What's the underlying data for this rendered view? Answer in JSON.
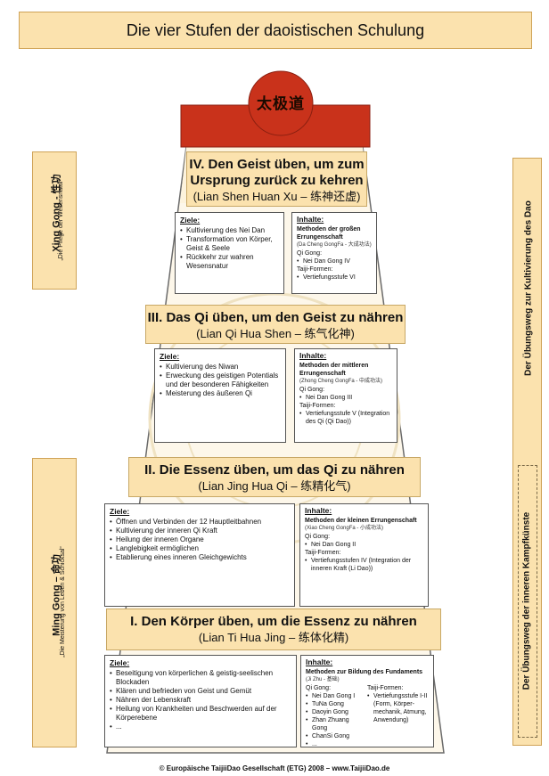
{
  "title": "Die vier Stufen der daoistischen Schulung",
  "emblem": "太极道",
  "stages": {
    "s4": {
      "title_line1": "IV. Den Geist üben, um zum",
      "title_line2": "Ursprung zurück zu kehren",
      "title_line3": "(Lian Shen Huan Xu – 练神还虚)",
      "goals_heading": "Ziele:",
      "goals": [
        "Kultivierung des Nei Dan",
        "Transformation von Körper, Geist & Seele",
        "Rückkehr zur wahren Wesensnatur"
      ],
      "content_heading": "Inhalte:",
      "content_method": "Methoden der großen Errungenschaft",
      "content_method_cn": "(Da Cheng GongFa - 大成功法)",
      "qigong_label": "Qi Gong:",
      "qigong": [
        "Nei Dan Gong IV"
      ],
      "taiji_label": "Taiji-Formen:",
      "taiji": [
        "Vertiefungsstufe VI"
      ]
    },
    "s3": {
      "title_line1": "III. Das Qi üben, um den Geist zu nähren",
      "title_line2": "(Lian Qi Hua Shen – 练气化神)",
      "goals_heading": "Ziele:",
      "goals": [
        "Kultivierung des Niwan",
        "Erweckung des geistigen Potentials und der besonderen Fähigkeiten",
        "Meisterung des äußeren Qi"
      ],
      "content_heading": "Inhalte:",
      "content_method": "Methoden der mittleren Errungenschaft",
      "content_method_cn": "(Zhong Cheng GongFa - 中成功法)",
      "qigong_label": "Qi Gong:",
      "qigong": [
        "Nei Dan Gong III"
      ],
      "taiji_label": "Taiji-Formen:",
      "taiji": [
        "Vertiefungsstufe V (Integration des Qi (Qi Dao))"
      ]
    },
    "s2": {
      "title_line1": "II. Die Essenz üben, um das Qi zu nähren",
      "title_line2": "(Lian Jing Hua Qi – 练精化气)",
      "goals_heading": "Ziele:",
      "goals": [
        "Öffnen und Verbinden der 12 Hauptleitbahnen",
        "Kultivierung der inneren Qi Kraft",
        "Heilung der inneren Organe",
        "Langlebigkeit ermöglichen",
        "Etablierung eines inneren Gleichgewichts"
      ],
      "content_heading": "Inhalte:",
      "content_method": "Methoden der kleinen Errungenschaft",
      "content_method_cn": "(Xiao Cheng GongFa - 小成功法)",
      "qigong_label": "Qi Gong:",
      "qigong": [
        "Nei Dan Gong II"
      ],
      "taiji_label": "Taiji-Formen:",
      "taiji": [
        "Vertiefungsstufen IV (Integration der inneren Kraft (Li Dao))"
      ]
    },
    "s1": {
      "title_line1": "I. Den Körper üben, um die Essenz zu nähren",
      "title_line2": "(Lian Ti Hua Jing – 练体化精)",
      "goals_heading": "Ziele:",
      "goals": [
        "Beseitigung von körperlichen & geistig-seelischen Blockaden",
        "Klären und befrieden von Geist und Gemüt",
        "Nähren der Lebenskraft",
        "Heilung von Krankheiten und Beschwerden auf der Körperebene",
        "..."
      ],
      "content_heading": "Inhalte:",
      "content_method": "Methoden zur Bildung des Fundaments",
      "content_method_cn": "(Ji Zhu - 基础)",
      "qigong_label": "Qi Gong:",
      "qigong": [
        "Nei Dan Gong I",
        "TuNa Gong",
        "Daoyin Gong",
        "Zhan Zhuang Gong",
        "ChanSi Gong",
        "..."
      ],
      "taiji_label": "Taiji-Formen:",
      "taiji": [
        "Vertiefungsstufe I-II (Form, Körper-mechanik, Atmung, Anwendung)"
      ]
    }
  },
  "left": {
    "xing_title": "Xing Gong - 性功",
    "xing_sub": "„Die Pflege der Wesensnatur“",
    "ming_title": "Ming Gong – 命功",
    "ming_sub": "„Die Meisterung von Leben & Schicksal“"
  },
  "right": {
    "dao": "Der Übungsweg zur Kultivierung des Dao",
    "kampf": "Der Übungsweg der inneren Kampfkünste"
  },
  "footer": "© Europäische TaijiiDao Gesellschaft (ETG) 2008 – www.TaijiiDao.de",
  "colors": {
    "accent": "#fbe2ae",
    "emblem_red": "#c9321b",
    "border": "#cfa357"
  }
}
